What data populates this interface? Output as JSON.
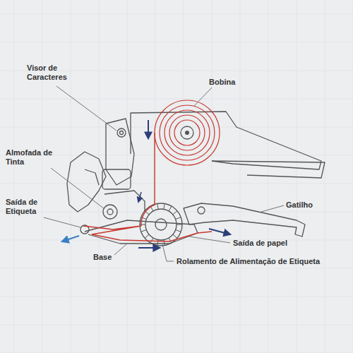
{
  "diagram": {
    "labels": [
      "Visor de Caracteres",
      "Bobina",
      "Almofada de Tinta",
      "Saída de Etiqueta",
      "Gatilho",
      "Saída de papel",
      "Base",
      "Rolamento de Alimentação de Etiqueta"
    ]
  }
}
